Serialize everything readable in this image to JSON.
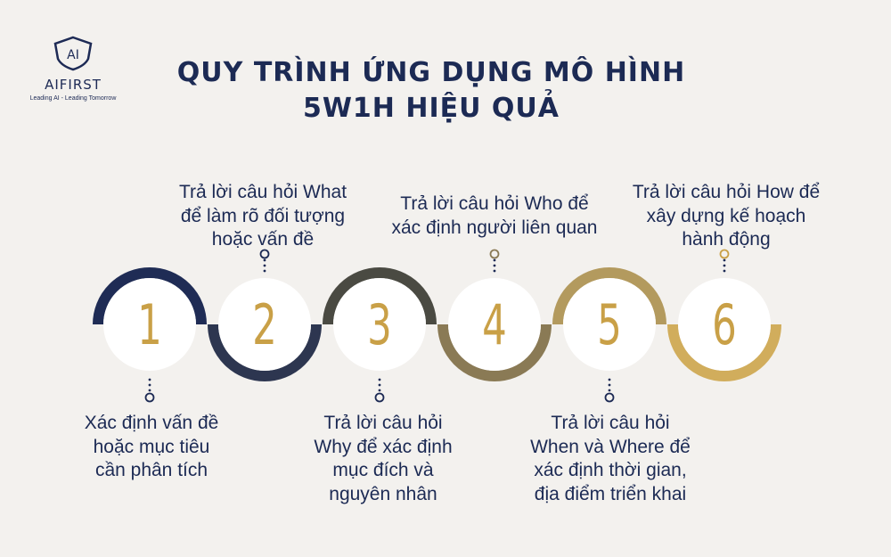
{
  "logo": {
    "mark": "AI",
    "name": "AIFIRST",
    "tagline": "Leading AI - Leading Tomorrow"
  },
  "title": {
    "line1": "QUY TRÌNH ỨNG DỤNG MÔ HÌNH",
    "line2": "5W1H HIỆU QUẢ"
  },
  "steps": [
    {
      "number": "1",
      "text": "Xác định vấn đề\nhoặc mục tiêu\ncần phân tích",
      "position": "below",
      "ring_color": "#1f2c55"
    },
    {
      "number": "2",
      "text": "Trả lời câu hỏi What\nđể làm rõ đối tượng\nhoặc vấn đề",
      "position": "above",
      "ring_color": "#2d3650"
    },
    {
      "number": "3",
      "text": "Trả lời câu hỏi\nWhy để xác định\nmục đích và\nnguyên nhân",
      "position": "below",
      "ring_color": "#4a4a42"
    },
    {
      "number": "4",
      "text": "Trả lời câu hỏi Who để\nxác định người liên quan",
      "position": "above",
      "ring_color": "#8a7a55"
    },
    {
      "number": "5",
      "text": "Trả lời câu hỏi\nWhen và Where để\nxác định thời gian,\nđịa điểm triển khai",
      "position": "below",
      "ring_color": "#b39a5e"
    },
    {
      "number": "6",
      "text": "Trả lời câu hỏi How để\nxây dựng kế hoạch\nhành động",
      "position": "above",
      "ring_color": "#d1ad5c"
    }
  ],
  "colors": {
    "background": "#f3f1ee",
    "navy": "#1c2a54",
    "gold": "#c9a047",
    "circle_fill": "#ffffff"
  }
}
